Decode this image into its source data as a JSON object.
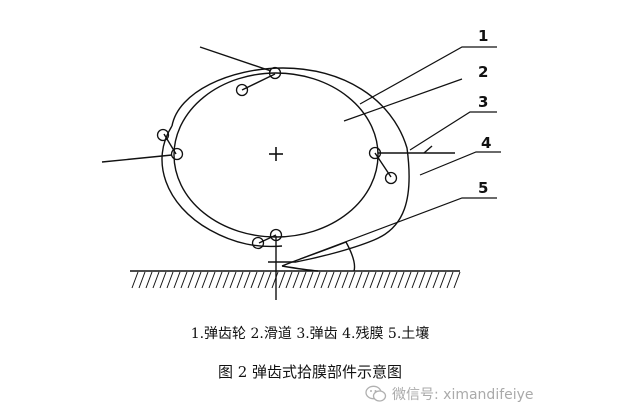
{
  "callouts": [
    "1",
    "2",
    "3",
    "4",
    "5"
  ],
  "legend": "1.弹齿轮 2.滑道 3.弹齿 4.残膜 5.土壤",
  "caption": "图 2 弹齿式拾膜部件示意图",
  "watermark": {
    "icon": "wechat-icon",
    "text": "微信号: ximandifeiye"
  },
  "colors": {
    "ink": "#111111",
    "watermark": "#aaaaaa"
  }
}
